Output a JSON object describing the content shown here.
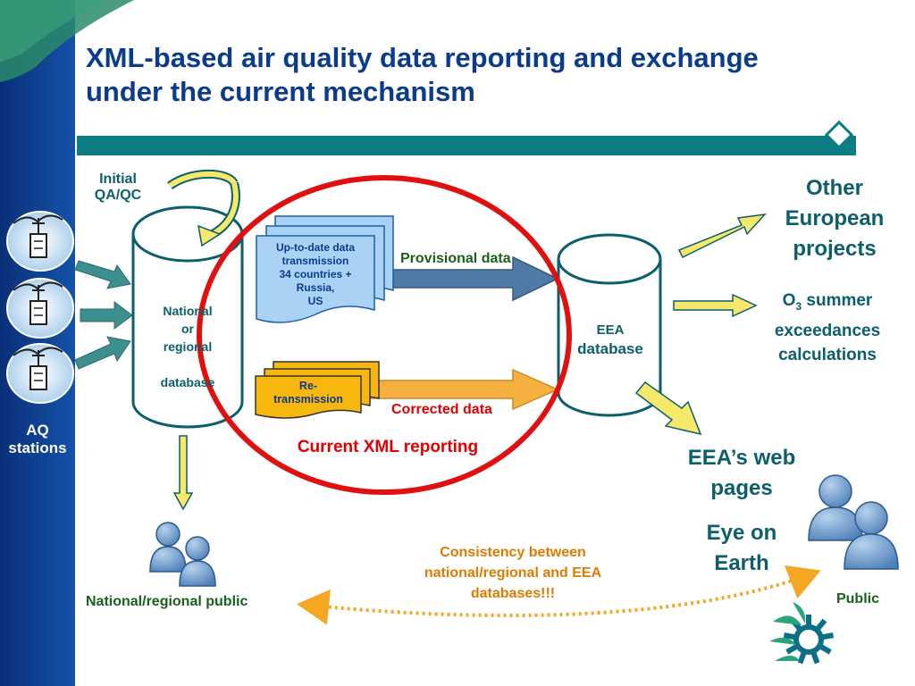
{
  "title": {
    "line1": "XML-based air quality data reporting and exchange",
    "line2": "under the current mechanism"
  },
  "labels": {
    "initial_qaqc_1": "Initial",
    "initial_qaqc_2": "QA/QC",
    "aq_stations_1": "AQ",
    "aq_stations_2": "stations",
    "national_db_1": "National",
    "national_db_2": "or",
    "national_db_3": "regional",
    "national_db_4": "database",
    "uptodate_1": "Up-to-date data",
    "uptodate_2": "transmission",
    "uptodate_3": "34 countries +",
    "uptodate_4": "Russia,",
    "uptodate_5": "US",
    "retransmission_1": "Re-",
    "retransmission_2": "transmission",
    "provisional_data": "Provisional data",
    "corrected_data": "Corrected data",
    "current_xml_reporting": "Current XML reporting",
    "eea_db_1": "EEA",
    "eea_db_2": "database",
    "other_projects_1": "Other",
    "other_projects_2": "European",
    "other_projects_3": "projects",
    "o3_symbol": "O",
    "o3_sub": "3",
    "o3_1": " summer",
    "o3_2": "exceedances",
    "o3_3": "calculations",
    "eea_web_1": "EEA’s web",
    "eea_web_2": "pages",
    "eye_on_earth_1": "Eye on",
    "eye_on_earth_2": "Earth",
    "consistency_1": "Consistency between",
    "consistency_2": "national/regional  and EEA",
    "consistency_3": "databases!!!",
    "national_public": "National/regional public",
    "public": "Public"
  },
  "colors": {
    "navy": "#0b3b8c",
    "teal": "#0b7d83",
    "red_circle": "#e01010",
    "yellow_arrow": "#f5e86a",
    "orange": "#f5a623"
  }
}
